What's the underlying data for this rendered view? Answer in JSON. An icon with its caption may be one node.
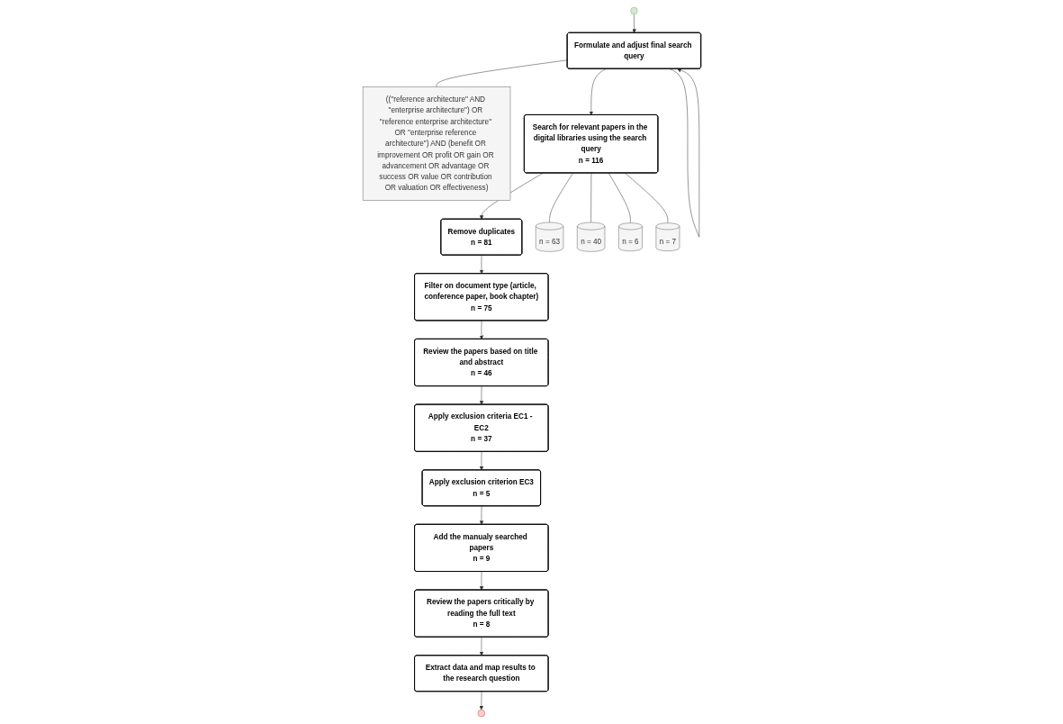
{
  "diagram": {
    "nodes": [
      {
        "text": [],
        "shape": "circle"
      },
      {
        "text": [
          "Formulate and adjust final search query"
        ]
      },
      {
        "text": [
          "((\"reference architecture\" AND \"enterprise architecture\") OR \"reference enterprise architecture\" OR \"enterprise reference architecture\") AND (benefit OR improvement OR profit OR gain OR advancement OR advantage OR success OR value OR contribution OR valuation OR effectiveness)"
        ]
      },
      {
        "text": [
          "Search for relevant papers in the digital libraries using the search query",
          "n = 116"
        ]
      },
      {
        "text": [
          "Remove duplicates",
          "n = 81"
        ]
      },
      {
        "text": [
          "Filter on document type (article, conference paper, book chapter)",
          "n = 75"
        ]
      },
      {
        "text": [
          "n = 63"
        ]
      },
      {
        "text": [
          "n = 40"
        ]
      },
      {
        "text": [
          "n = 6"
        ]
      },
      {
        "text": [
          "n = 7"
        ]
      },
      {
        "text": [
          "Review the papers based on title and abstract",
          "n = 46"
        ]
      },
      {
        "text": [
          "Apply exclusion criteria EC1 - EC2",
          "n = 37"
        ]
      },
      {
        "text": [
          "Apply exclusion criterion EC3",
          "n = 5"
        ]
      },
      {
        "text": [
          "Add the manualy searched papers",
          "n = 9"
        ]
      },
      {
        "text": [
          "Review the papers critically by reading the full text",
          "n = 8"
        ]
      },
      {
        "text": [
          "Extract data and map results to the research question"
        ]
      },
      {
        "text": [],
        "shape": "circle"
      }
    ],
    "edges": [
      {
        "from": 0,
        "to": 1,
        "arrow": "to"
      },
      {
        "from": 1,
        "to": 1,
        "arrow": "to"
      },
      {
        "from": 1,
        "to": 2,
        "arrow": "none"
      },
      {
        "from": 1,
        "to": 3,
        "arrow": "to"
      },
      {
        "from": 3,
        "to": 4,
        "arrow": "to"
      },
      {
        "from": 3,
        "to": 6,
        "arrow": "none"
      },
      {
        "from": 3,
        "to": 7,
        "arrow": "none"
      },
      {
        "from": 3,
        "to": 8,
        "arrow": "none"
      },
      {
        "from": 3,
        "to": 9,
        "arrow": "none"
      },
      {
        "from": 4,
        "to": 5,
        "arrow": "to"
      },
      {
        "from": 5,
        "to": 10,
        "arrow": "to"
      },
      {
        "from": 10,
        "to": 11,
        "arrow": "to"
      },
      {
        "from": 11,
        "to": 12,
        "arrow": "to"
      },
      {
        "from": 12,
        "to": 13,
        "arrow": "to"
      },
      {
        "from": 13,
        "to": 14,
        "arrow": "to"
      },
      {
        "from": 14,
        "to": 15,
        "arrow": "to"
      },
      {
        "from": 15,
        "to": 16,
        "arrow": "to"
      }
    ]
  }
}
